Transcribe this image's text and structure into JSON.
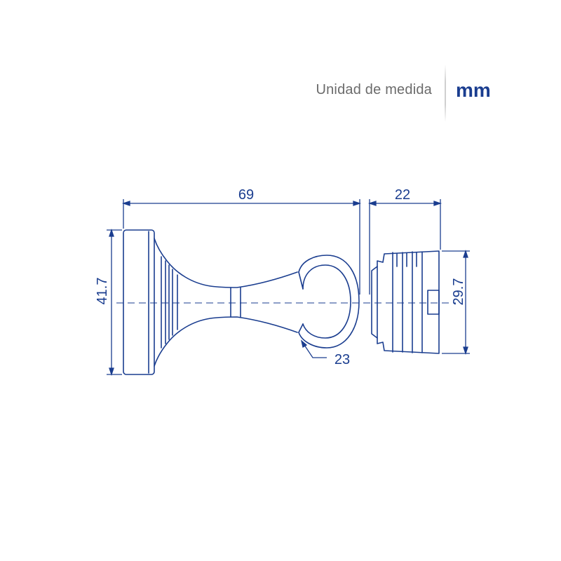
{
  "header": {
    "unit_label": "Unidad de medida",
    "unit_value": "mm"
  },
  "dimensions": {
    "overall_length": "69",
    "catch_depth": "22",
    "base_diameter": "41.7",
    "catch_diameter": "29.7",
    "hook_diameter": "23"
  },
  "colors": {
    "line": "#1a3d8f",
    "unit_value": "#1a3d8f",
    "unit_label": "#6b6b6b"
  }
}
